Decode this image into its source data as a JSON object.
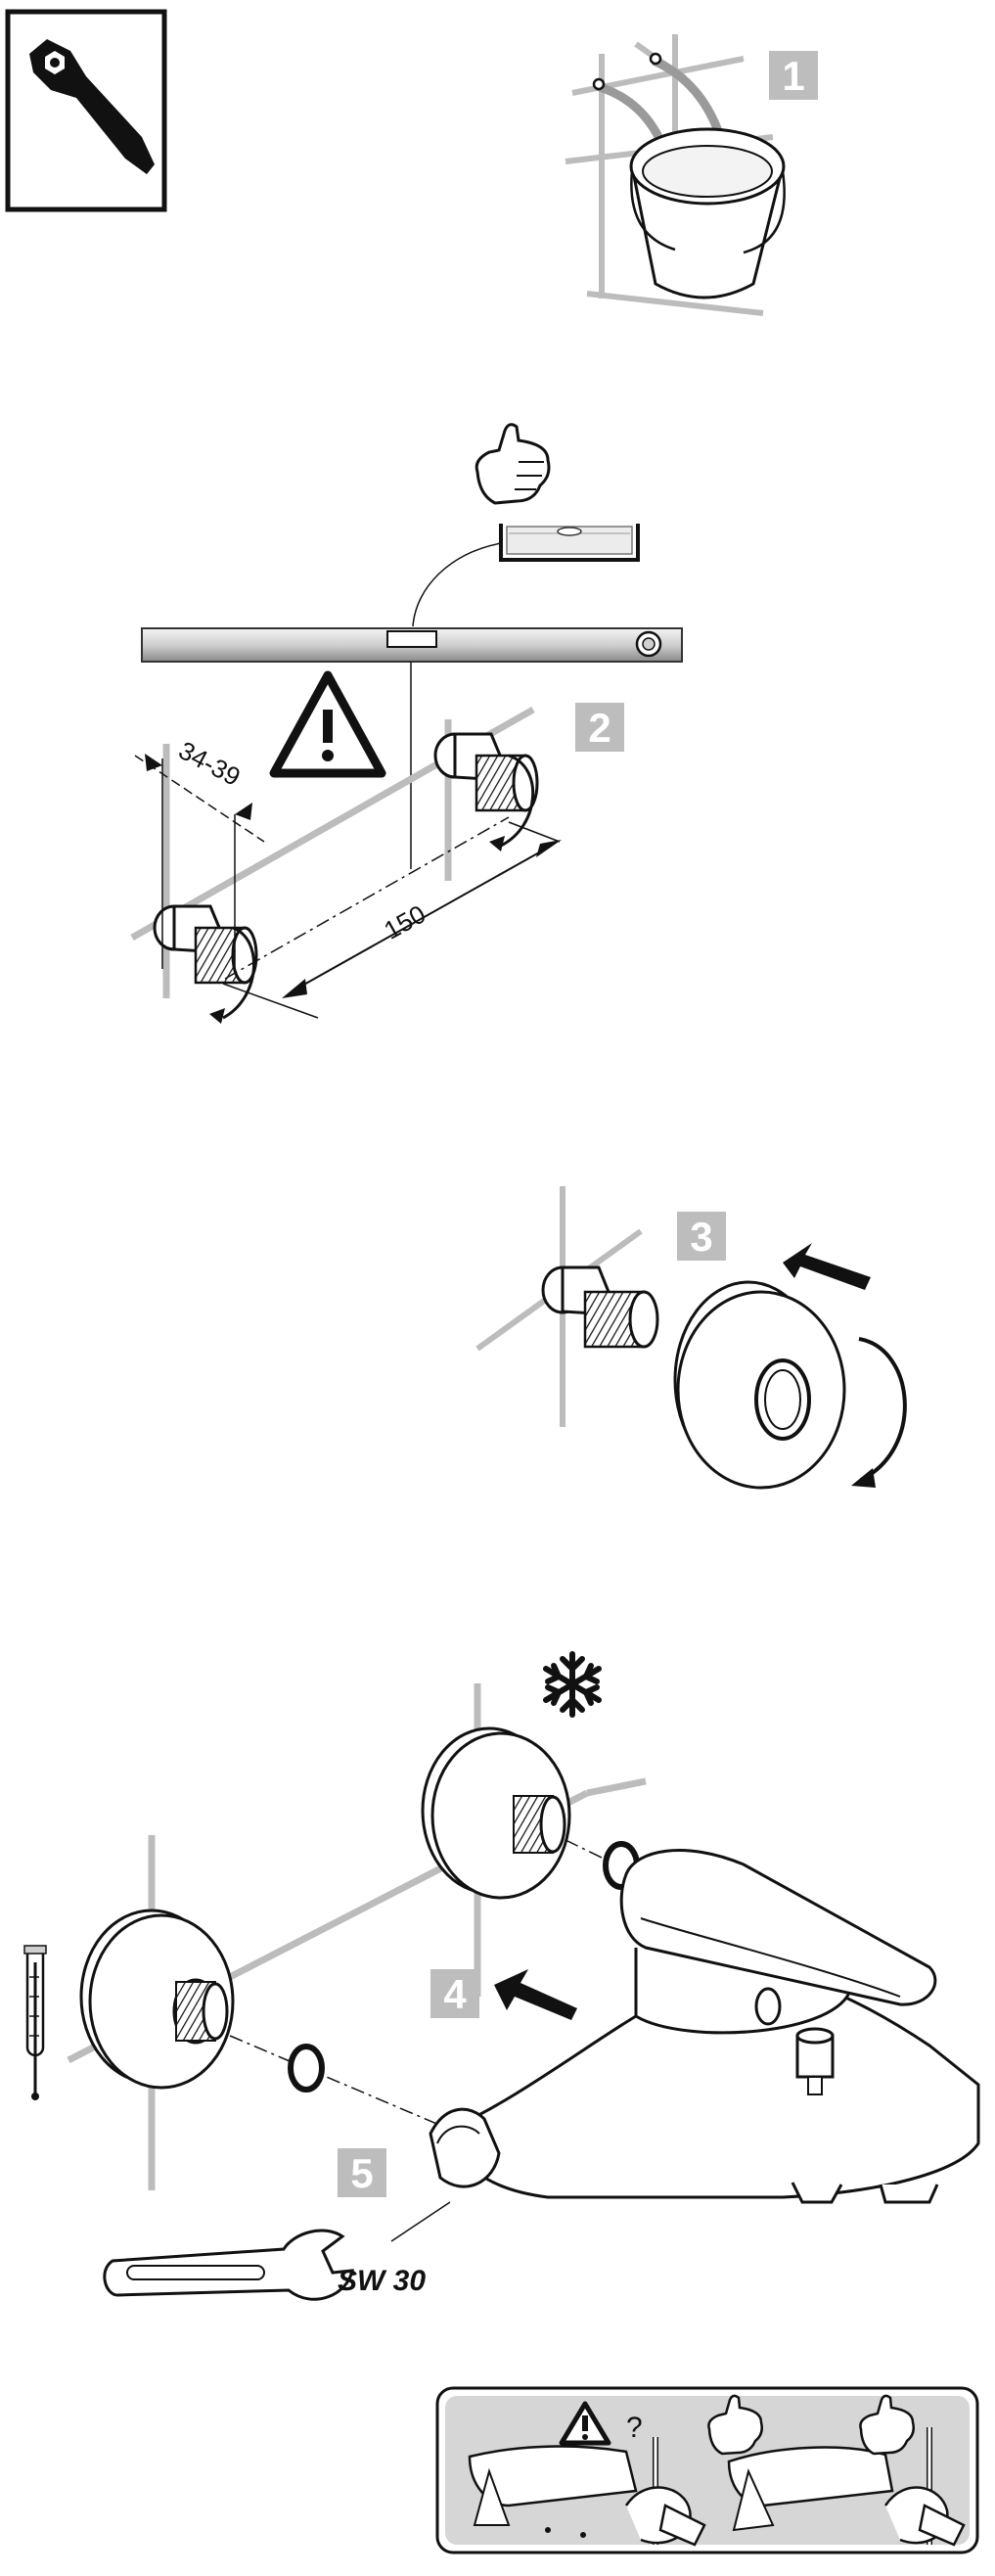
{
  "steps": {
    "step1": "1",
    "step2": "2",
    "step3": "3",
    "step4": "4",
    "step5": "5"
  },
  "dimensions": {
    "outlet_offset": "34-39",
    "center_distance": "150"
  },
  "tools": {
    "wrench_size": "SW 30"
  },
  "note_panel": {
    "question_mark": "?"
  },
  "icons": {
    "service": "wrench-nut-icon",
    "warning": "warning-triangle-icon",
    "approve": "thumbs-up-icon",
    "frost": "snowflake-icon",
    "temperature": "thermometer-icon"
  },
  "colors": {
    "badge": "#bdbdbd",
    "ink": "#111111",
    "wall_grid": "#bcbcbc"
  }
}
